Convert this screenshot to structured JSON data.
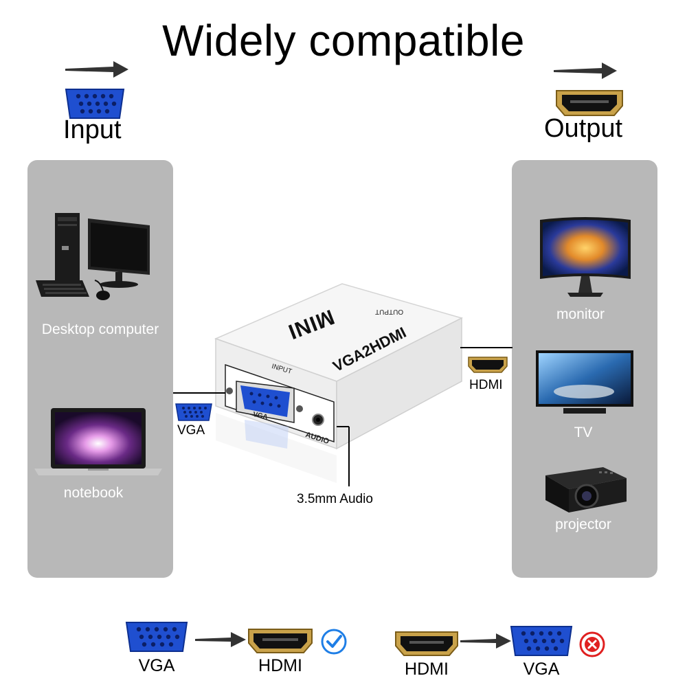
{
  "title": "Widely compatible",
  "input_label": "Input",
  "output_label": "Output",
  "input_devices": [
    {
      "label": "Desktop computer",
      "icon": "desktop-computer-icon"
    },
    {
      "label": "notebook",
      "icon": "laptop-icon"
    }
  ],
  "output_devices": [
    {
      "label": "monitor",
      "icon": "monitor-icon"
    },
    {
      "label": "TV",
      "icon": "tv-icon"
    },
    {
      "label": "projector",
      "icon": "projector-icon"
    }
  ],
  "adapter": {
    "brand": "MINI",
    "model": "VGA2HDMI",
    "input_port_label": "INPUT",
    "output_port_label": "OUTPUT",
    "vga_port_label": "VGA",
    "audio_port_label": "AUDIO"
  },
  "connectors": {
    "vga_label": "VGA",
    "hdmi_label": "HDMI",
    "audio_label": "3.5mm Audio"
  },
  "compatibility": [
    {
      "from": "VGA",
      "to": "HDMI",
      "supported": true
    },
    {
      "from": "HDMI",
      "to": "VGA",
      "supported": false
    }
  ],
  "colors": {
    "panel": "#b8b8b8",
    "vga_blue": "#1f4fd0",
    "hdmi_gold": "#c9a24a",
    "check_blue": "#1e7ee6",
    "cross_red": "#e02020"
  }
}
